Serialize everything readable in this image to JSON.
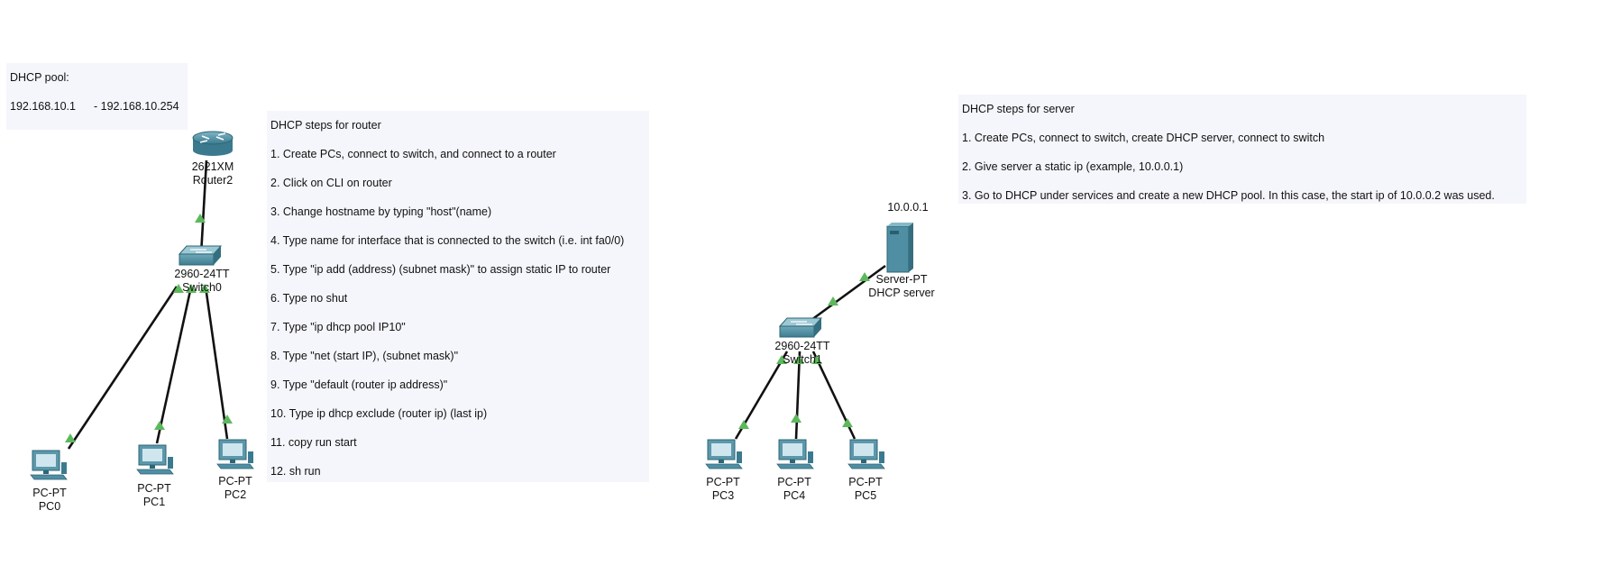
{
  "notes": {
    "pool": {
      "title": "DHCP pool:",
      "range_start": "192.168.10.1",
      "range_end": "- 192.168.10.254"
    },
    "router_steps": {
      "title": "DHCP steps for router",
      "steps": [
        "1. Create PCs, connect to switch, and connect to a router",
        "2. Click on CLI on router",
        "3. Change hostname by typing \"host\"(name)",
        "4. Type name for interface that is connected to the switch (i.e. int fa0/0)",
        "5. Type \"ip add (address) (subnet mask)\" to assign static IP to router",
        "6. Type no shut",
        "7. Type \"ip dhcp pool IP10\"",
        "8. Type \"net (start IP), (subnet mask)\"",
        "9. Type \"default (router ip address)\"",
        "10. Type ip dhcp exclude (router ip) (last ip)",
        "11. copy run start",
        "12. sh run"
      ]
    },
    "server_steps": {
      "title": "DHCP steps for server",
      "steps": [
        "1. Create PCs, connect to switch, create DHCP server, connect to switch",
        "2. Give server a static ip (example, 10.0.0.1)",
        "3. Go to DHCP under services and create a new DHCP pool. In this case, the start ip of 10.0.0.2 was used."
      ]
    }
  },
  "devices": {
    "router2": {
      "model": "2621XM",
      "name": "Router2"
    },
    "switch0": {
      "model": "2960-24TT",
      "name": "Switch0"
    },
    "switch1": {
      "model": "2960-24TT",
      "name": "Switch1"
    },
    "server": {
      "model": "Server-PT",
      "name": "DHCP server",
      "ip": "10.0.0.1"
    },
    "pc0": {
      "model": "PC-PT",
      "name": "PC0"
    },
    "pc1": {
      "model": "PC-PT",
      "name": "PC1"
    },
    "pc2": {
      "model": "PC-PT",
      "name": "PC2"
    },
    "pc3": {
      "model": "PC-PT",
      "name": "PC3"
    },
    "pc4": {
      "model": "PC-PT",
      "name": "PC4"
    },
    "pc5": {
      "model": "PC-PT",
      "name": "PC5"
    }
  },
  "colors": {
    "device": "#4f8ea3",
    "link": "#111111",
    "link_up": "#5cb85c",
    "note_bg": "#f5f6fb"
  }
}
